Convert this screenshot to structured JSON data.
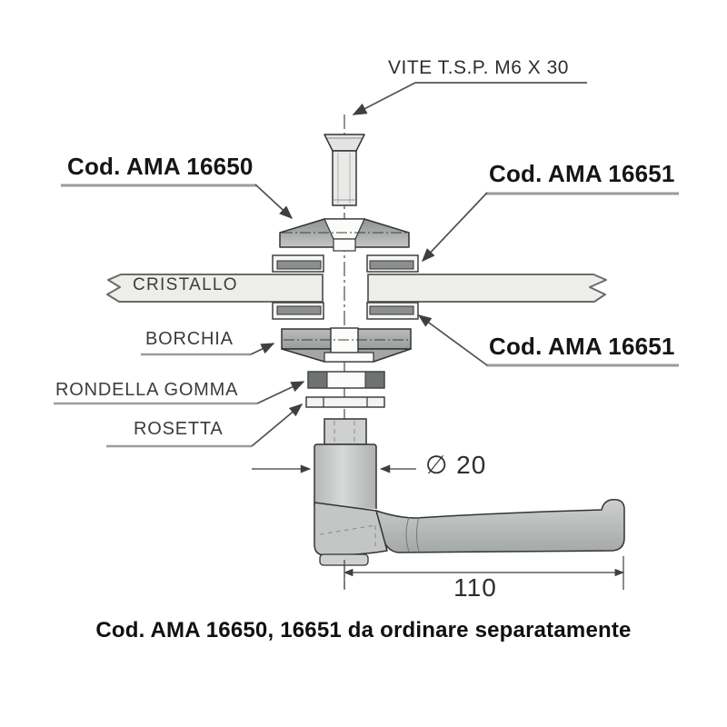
{
  "diagram": {
    "part_labels": {
      "screw": "VITE T.S.P.  M6 X 30",
      "code_16650": "Cod. AMA 16650",
      "code_16651_upper": "Cod. AMA 16651",
      "code_16651_lower": "Cod. AMA 16651",
      "glass": "CRISTALLO",
      "stud": "BORCHIA",
      "rubber_washer": "RONDELLA GOMMA",
      "rosette": "ROSETTA"
    },
    "dimensions": {
      "neck_diameter": "∅ 20",
      "handle_length": "110"
    },
    "caption": "Cod. AMA 16650, 16651 da ordinare separatamente",
    "colors": {
      "outline": "#333333",
      "leader": "#4f4f4f",
      "underline": "#9b9b9b",
      "metal_light": "#cbcecd",
      "metal_mid": "#a8acab",
      "rubber_dark": "#6e7271",
      "gasket_dark": "#8b8f8e",
      "glass_fill": "#edeee9",
      "label_text": "#3c3c3c",
      "code_text": "#151515"
    }
  }
}
